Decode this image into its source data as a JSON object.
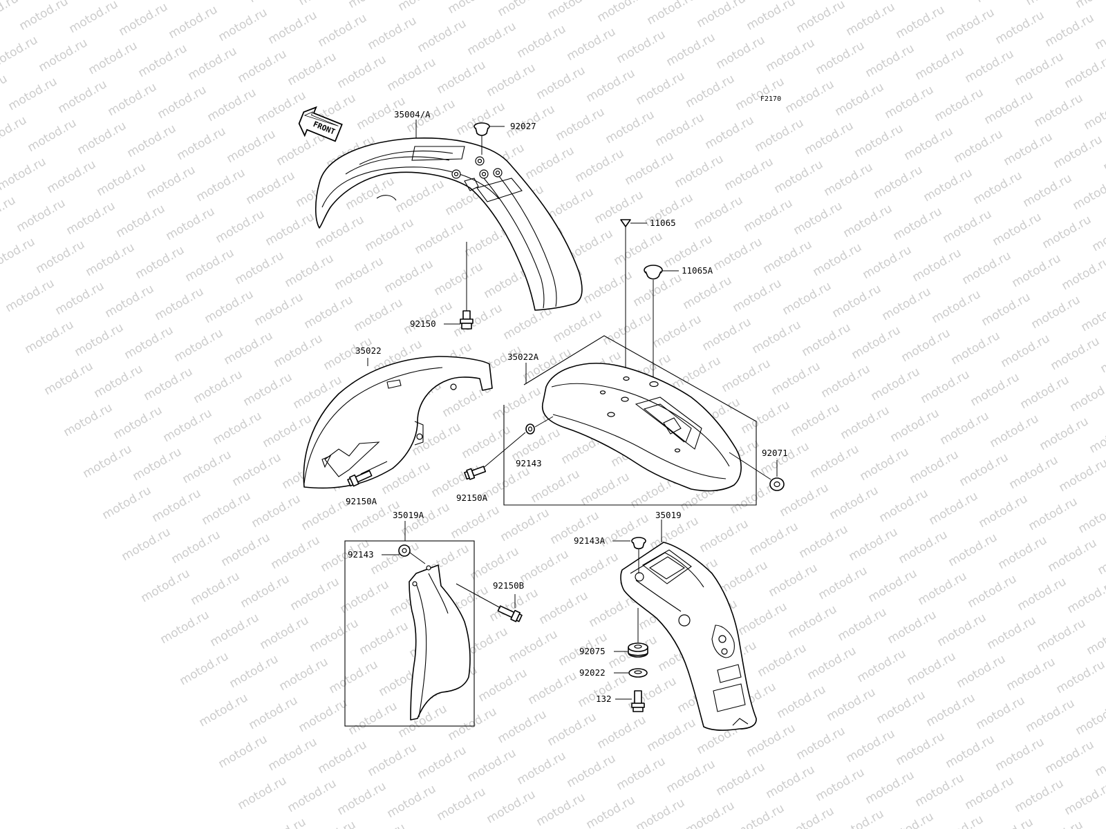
{
  "figure_code": "F2170",
  "watermark": "motod.ru",
  "front_arrow": "FRONT",
  "parts": [
    {
      "id": "35004-a",
      "label": "35004/A"
    },
    {
      "id": "92027",
      "label": "92027"
    },
    {
      "id": "92150",
      "label": "92150"
    },
    {
      "id": "11065",
      "label": "11065"
    },
    {
      "id": "11065a",
      "label": "11065A"
    },
    {
      "id": "35022",
      "label": "35022"
    },
    {
      "id": "35022a",
      "label": "35022A"
    },
    {
      "id": "92143-rear",
      "label": "92143"
    },
    {
      "id": "92071",
      "label": "92071"
    },
    {
      "id": "92150a-left",
      "label": "92150A"
    },
    {
      "id": "92150a-mid",
      "label": "92150A"
    },
    {
      "id": "35019a",
      "label": "35019A"
    },
    {
      "id": "35019",
      "label": "35019"
    },
    {
      "id": "92143-flap",
      "label": "92143"
    },
    {
      "id": "92150b",
      "label": "92150B"
    },
    {
      "id": "92143a",
      "label": "92143A"
    },
    {
      "id": "92075",
      "label": "92075"
    },
    {
      "id": "92022",
      "label": "92022"
    },
    {
      "id": "132",
      "label": "132"
    }
  ]
}
